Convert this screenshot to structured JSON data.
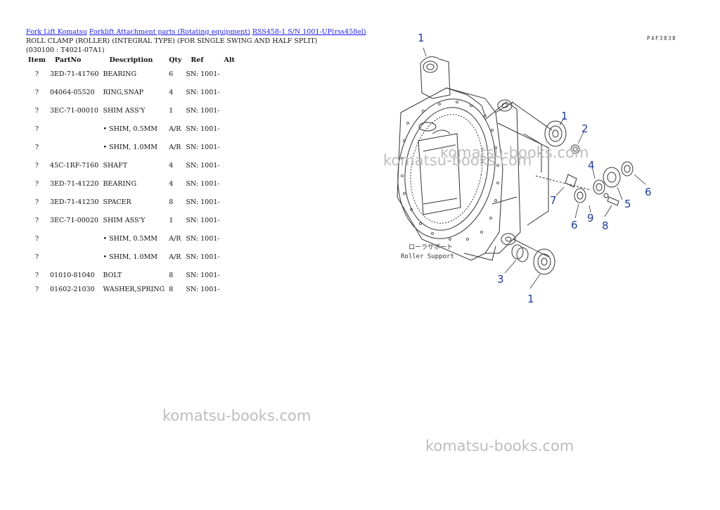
{
  "breadcrumb": {
    "link1": "Fork Lift Komatsu",
    "link2": "Forklift Attachment parts (Rotating equipment)",
    "link3": "RSS458-1 S/N 1001-UP(rss458el)"
  },
  "title": "ROLL CLAMP (ROLLER) (INTEGRAL TYPE) (FOR SINGLE SWING AND HALF SPLIT)(030100 : T4021-07A1)",
  "table": {
    "headers": {
      "item": "Item",
      "partno": "PartNo",
      "description": "Description",
      "qty": "Qty",
      "ref": "Ref",
      "alt": "Alt"
    },
    "rows": [
      {
        "item": "?",
        "partno": "3ED-71-41760",
        "description": "BEARING",
        "qty": "6",
        "ref": "SN: 1001-"
      },
      {
        "item": "?",
        "partno": "04064-05520",
        "description": "RING,SNAP",
        "qty": "4",
        "ref": "SN: 1001-"
      },
      {
        "item": "?",
        "partno": "3EC-71-00010",
        "description": "SHIM ASS'Y",
        "qty": "1",
        "ref": "SN: 1001-"
      },
      {
        "item": "?",
        "partno": "",
        "description": "• SHIM, 0.5MM",
        "qty": "A/R",
        "ref": "SN: 1001-"
      },
      {
        "item": "?",
        "partno": "",
        "description": "• SHIM, 1.0MM",
        "qty": "A/R",
        "ref": "SN: 1001-"
      },
      {
        "item": "?",
        "partno": "45C-1RF-7160",
        "description": "SHAFT",
        "qty": "4",
        "ref": "SN: 1001-"
      },
      {
        "item": "?",
        "partno": "3ED-71-41220",
        "description": "BEARING",
        "qty": "4",
        "ref": "SN: 1001-"
      },
      {
        "item": "?",
        "partno": "3ED-71-41230",
        "description": "SPACER",
        "qty": "8",
        "ref": "SN: 1001-"
      },
      {
        "item": "?",
        "partno": "3EC-71-00020",
        "description": "SHIM ASS'Y",
        "qty": "1",
        "ref": "SN: 1001-"
      },
      {
        "item": "?",
        "partno": "",
        "description": "• SHIM, 0.5MM",
        "qty": "A/R",
        "ref": "SN: 1001-"
      },
      {
        "item": "?",
        "partno": "",
        "description": "• SHIM, 1.0MM",
        "qty": "A/R",
        "ref": "SN: 1001-"
      },
      {
        "item": "?",
        "partno": "01010-81040",
        "description": "BOLT",
        "qty": "8",
        "ref": "SN: 1001-"
      },
      {
        "item": "?",
        "partno": "01602-21030",
        "description": "WASHER,SPRING",
        "qty": "8",
        "ref": "SN: 1001-"
      }
    ]
  },
  "diagram": {
    "figure_code": "P4F3838",
    "support_label_jp": "ローラサポート",
    "support_label_en": "Roller Support",
    "callouts": [
      "1",
      "1",
      "2",
      "4",
      "7",
      "5",
      "6",
      "6",
      "9",
      "8",
      "3",
      "1"
    ]
  },
  "watermarks": [
    "komatsu-books.com",
    "komatsu-books.com",
    "komatsu-books.com",
    "komatsu-books.com"
  ],
  "colors": {
    "link": "#1a1aee",
    "callout": "#1e3a9a",
    "watermark": "#bdbdbd"
  }
}
